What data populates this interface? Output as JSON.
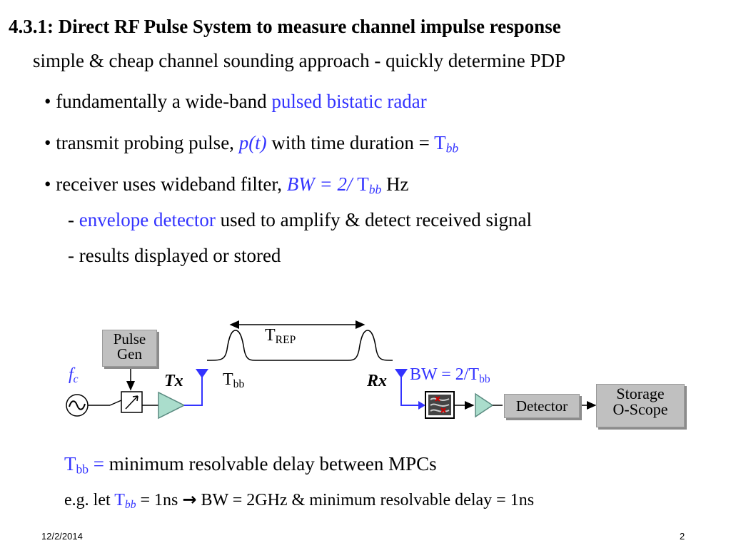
{
  "slide": {
    "title": "4.3.1: Direct RF Pulse System to measure channel impulse response",
    "subtitle": "simple & cheap channel sounding approach - quickly determine PDP",
    "bullet1": {
      "prefix": "• fundamentally a wide-band ",
      "highlight": "pulsed bistatic radar"
    },
    "bullet2": {
      "prefix": "• transmit probing pulse, ",
      "pt": "p(t)",
      "mid": " with  time duration = ",
      "T": "T",
      "sub": "bb"
    },
    "bullet3": {
      "prefix": "• receiver uses wideband filter, ",
      "bw": "BW = 2/ ",
      "T": "T",
      "sub": "bb",
      "suffix": " Hz"
    },
    "sub1": {
      "prefix": "- ",
      "highlight": "envelope detector",
      "suffix": " used to amplify & detect received signal"
    },
    "sub2": "- results displayed or stored",
    "definition": {
      "T": "T",
      "sub": "bb",
      "eq": " = ",
      "text": "minimum resolvable delay between MPCs"
    },
    "example": {
      "prefix": "e.g. let ",
      "T": "T",
      "sub": "bb",
      "mid": " = 1ns ",
      "arrow": "→",
      "suffix": " BW =  2GHz  & minimum resolvable delay = 1ns"
    },
    "footer": {
      "date": "12/2/2014",
      "page": "2"
    }
  },
  "diagram": {
    "pulse_gen": [
      "Pulse",
      "Gen"
    ],
    "fc": "f",
    "fc_sub": "c",
    "tx": "Tx",
    "rx": "Rx",
    "tbb": {
      "T": "T",
      "sub": "bb"
    },
    "trep": {
      "T": "T",
      "sub": "REP"
    },
    "bw": {
      "text": "BW = 2/T",
      "sub": "bb"
    },
    "detector": "Detector",
    "storage": [
      "Storage",
      "O-Scope"
    ],
    "colors": {
      "blue": "#3333ff",
      "triangle": "#aaddcc",
      "box": "#c0c0c0",
      "red": "#cc0000"
    }
  }
}
